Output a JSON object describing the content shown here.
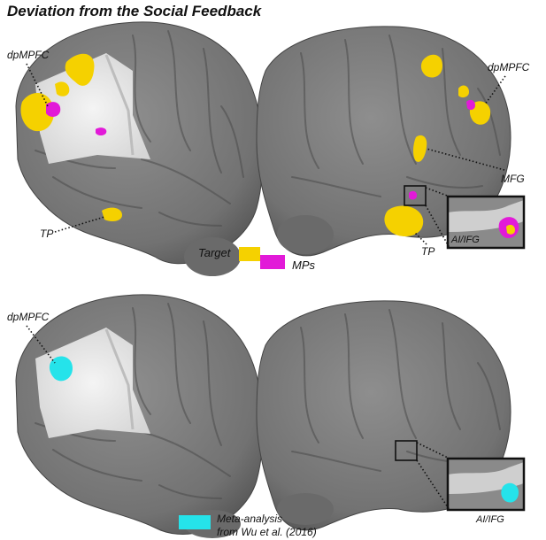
{
  "figure": {
    "title": "Deviation from the Social Feedback",
    "labels": {
      "dpmpfc": "dpMPFC",
      "tp": "TP",
      "mfg": "MFG",
      "ai_ifg": "AI/IFG"
    },
    "legend": {
      "target": "Target",
      "mps": "MPs",
      "meta_line1": "Meta-analysis",
      "meta_line2": "from Wu et al. (2016)"
    },
    "colors": {
      "brain": "#7e7e7e",
      "brain_dark": "#5b5b5b",
      "cut_surface": "#e9e9e9",
      "target": "#f5d100",
      "mps": "#e21ad8",
      "meta": "#25e3ea"
    }
  }
}
